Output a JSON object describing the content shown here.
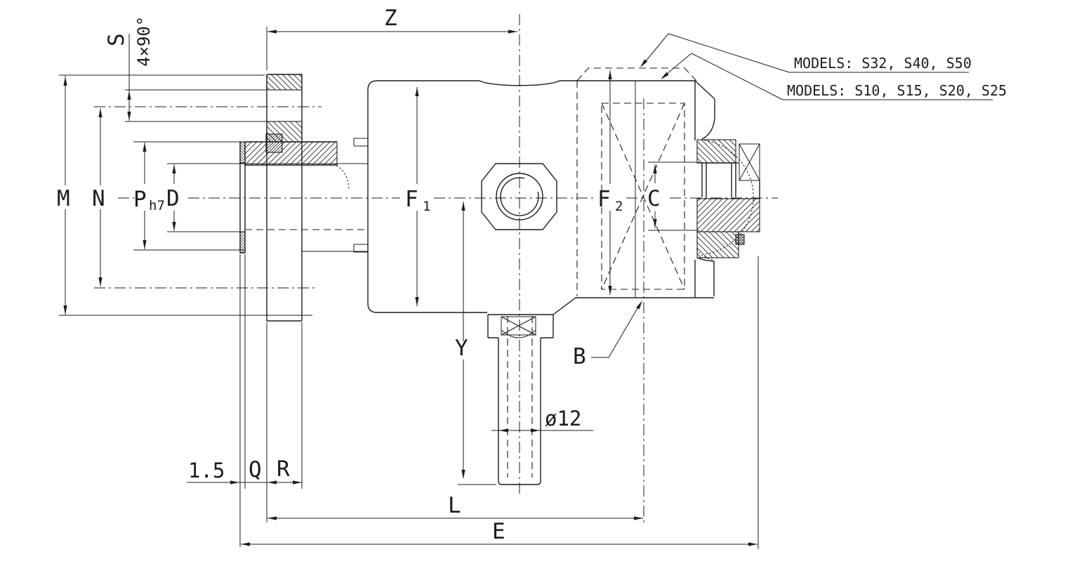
{
  "drawing": {
    "colors": {
      "line": "#1c1c1c",
      "background": "#ffffff"
    },
    "dimension_labels": {
      "s": "S",
      "s_pattern": "4×90°",
      "z": "Z",
      "m": "M",
      "n": "N",
      "p": "P",
      "p_tol": "h7",
      "d": "D",
      "f1": "F",
      "f1_sub": "1",
      "f2": "F",
      "f2_sub": "2",
      "c": "C",
      "b": "B",
      "y": "Y",
      "shaft_dia": "ø12",
      "plate_thickness": "1.5",
      "q": "Q",
      "r": "R",
      "l": "L",
      "e": "E"
    },
    "notes": {
      "models_large": "MODELS: S32, S40, S50",
      "models_small": "MODELS: S10, S15, S20, S25"
    }
  }
}
